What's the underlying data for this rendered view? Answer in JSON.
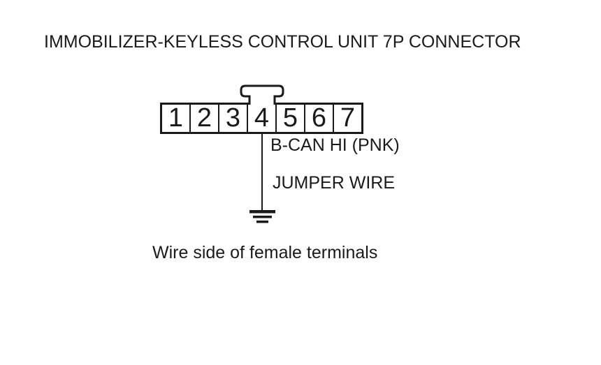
{
  "title": "IMMOBILIZER-KEYLESS CONTROL UNIT 7P CONNECTOR",
  "connector": {
    "pins": [
      "1",
      "2",
      "3",
      "4",
      "5",
      "6",
      "7"
    ],
    "wired_pin": "4"
  },
  "labels": {
    "wire_signal": "B-CAN HI (PNK)",
    "jumper": "JUMPER WIRE",
    "caption": "Wire side of female terminals"
  },
  "colors": {
    "ink": "#1a1a1a",
    "background": "#ffffff"
  }
}
